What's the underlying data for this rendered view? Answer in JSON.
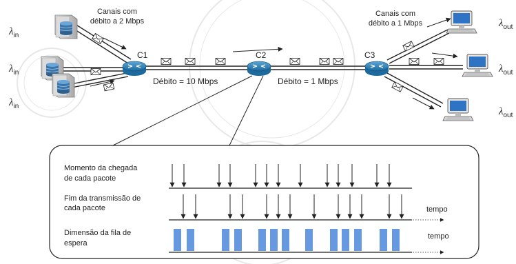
{
  "top": {
    "links_left_label": [
      "Canais com",
      "débito a 2 Mbps"
    ],
    "links_right_label": [
      "Canais com",
      "débito a 1 Mbps"
    ],
    "rate_c1_c2": "Débito = 10 Mbps",
    "rate_c2_c3": "Débito = 1 Mbps",
    "routers": [
      "C1",
      "C2",
      "C3"
    ],
    "lambda_symbol": "λ",
    "lambda_in_sub": "in",
    "lambda_out_sub": "out"
  },
  "timeline": {
    "row1_label": [
      "Momento da chegada",
      "de cada pacote"
    ],
    "row2_label": [
      "Fim da transmissão de",
      "cada pacote"
    ],
    "row3_label": [
      "Dimensão da fila de",
      "espera"
    ],
    "time_label": "tempo"
  },
  "colors": {
    "queue_bar": "#6699e0",
    "router": "#2e7fb3",
    "line": "#222222"
  },
  "icons": [
    "server-icon",
    "router-icon",
    "computer-icon",
    "envelope-icon",
    "arrow-icon"
  ]
}
